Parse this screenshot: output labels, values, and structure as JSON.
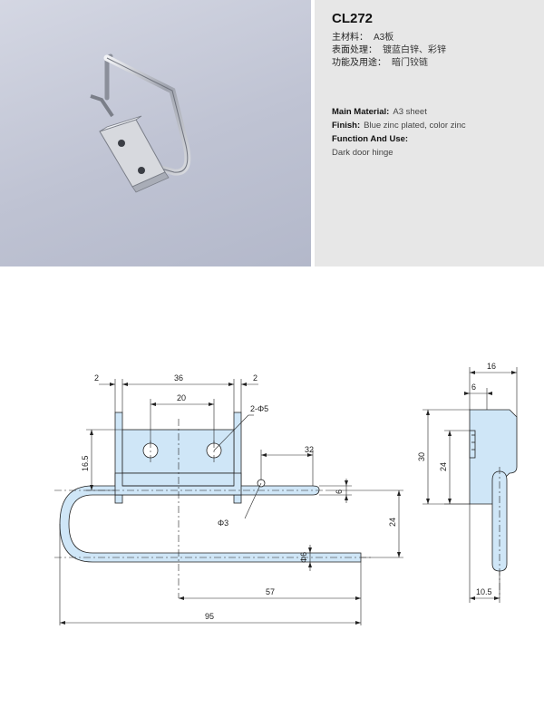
{
  "header": {
    "model": "CL272",
    "cn_specs": [
      {
        "key": "主材料：",
        "value": "A3板"
      },
      {
        "key": "表面处理：",
        "value": "镀蓝白锌、彩锌"
      },
      {
        "key": "功能及用途：",
        "value": "暗门铰链"
      }
    ],
    "en_specs": {
      "material_label": "Main Material:",
      "material_value": "A3 sheet",
      "finish_label": "Finish:",
      "finish_value": "Blue zinc plated, color zinc",
      "function_label": "Function And Use:",
      "function_value": "Dark door hinge"
    }
  },
  "drawing": {
    "front_view": {
      "dim_top_left": "2",
      "dim_top_middle": "36",
      "dim_top_right": "2",
      "dim_hole_spacing": "20",
      "dim_holes": "2-Φ5",
      "dim_left_vertical": "16.5",
      "dim_pin_length": "32",
      "dim_pin_offset": "6",
      "dim_pin_hole": "Φ3",
      "dim_height": "24",
      "dim_rod_dia": "Φ6",
      "dim_rod_length": "57",
      "dim_total_length": "95"
    },
    "side_view": {
      "dim_width": "16",
      "dim_flange": "6",
      "dim_height": "30",
      "dim_inner_height": "24",
      "dim_bottom": "10.5"
    }
  },
  "colors": {
    "photo_bg": "#c3c7d6",
    "info_bg": "#e7e7e7",
    "part_fill": "#cfe6f7",
    "line": "#222222"
  }
}
